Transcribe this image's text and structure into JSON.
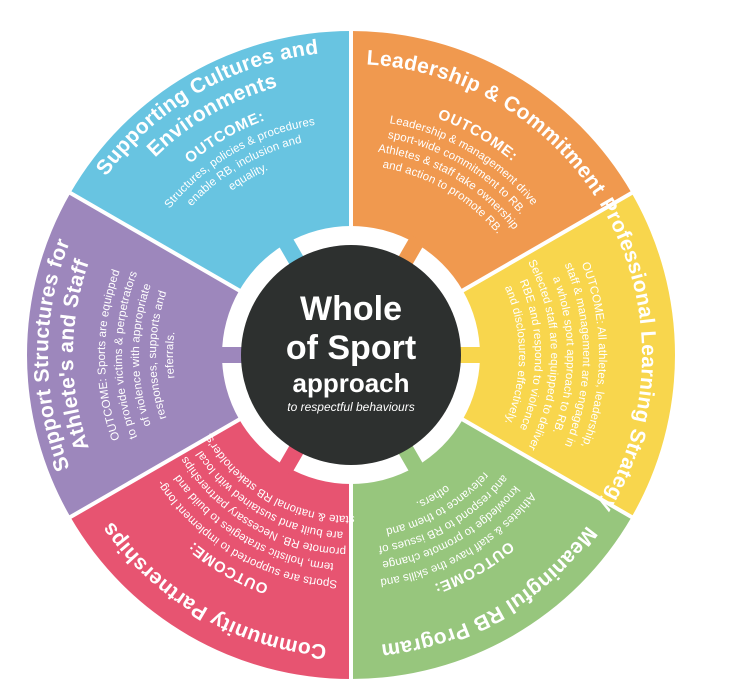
{
  "title": "Whole of Sport approach to respectful behaviours",
  "center": {
    "title_line1": "Whole",
    "title_line2": "of Sport",
    "title_line3": "approach",
    "subtitle": "to respectful behaviours",
    "background_color": "#2d302f",
    "text_color": "#ffffff"
  },
  "segments": [
    {
      "name": "Leadership & Commitment",
      "color": "#f0994f",
      "title_lines": [
        "Leadership & Commitment"
      ],
      "outcome_label": "OUTCOME:",
      "body_lines": [
        "Leadership & management drive",
        "sport-wide commitment to RB.",
        "Athletes & staff take ownership",
        "and action to promote RB."
      ]
    },
    {
      "name": "Professional Learning Strategy",
      "color": "#f8d64d",
      "title_lines": [
        "Professional Learning Strategy"
      ],
      "body_lines": [
        "OUTCOME: All athletes, leadership,",
        "staff & management are engaged in",
        "a whole sport approach to RB.",
        "Selected staff are equipped to deliver",
        "RBE and respond to violence",
        "and disclosures effectively."
      ]
    },
    {
      "name": "Meaningful RB Program",
      "color": "#97c67d",
      "title_lines": [
        "Meaningful RB Program"
      ],
      "outcome_label": "OUTCOME:",
      "body_lines": [
        "Athletes & staff have the skills and",
        "knowledge to promote change",
        "and respond to RB issues of",
        "relevance to them and",
        "others."
      ]
    },
    {
      "name": "Community Partnerships",
      "color": "#e75471",
      "title_lines": [
        "Community Partnerships"
      ],
      "outcome_label": "OUTCOME:",
      "body_lines": [
        "Sports are supported to implement long-",
        "term, holistic strategies to build and",
        "promote RB. Necessary partnerships",
        "are built and sustained with local",
        "state & national RB stakeholder's."
      ]
    },
    {
      "name": "Support Structures for Athlete's and Staff",
      "color": "#9d87bc",
      "title_lines": [
        "Support Structures for",
        "Athlete's and Staff"
      ],
      "body_lines": [
        "OUTCOME: Sports are equipped",
        "to provide victims & perpetrators",
        "of violence with appropriate",
        "responses, supports and",
        "referrals."
      ]
    },
    {
      "name": "Supporting Cultures and Environments",
      "color": "#68c4e1",
      "title_lines": [
        "Supporting Cultures and",
        "Environments"
      ],
      "outcome_label": "OUTCOME:",
      "body_lines": [
        "Structures, policies & procedures",
        "enable RB, inclusion and",
        "equality."
      ]
    }
  ]
}
